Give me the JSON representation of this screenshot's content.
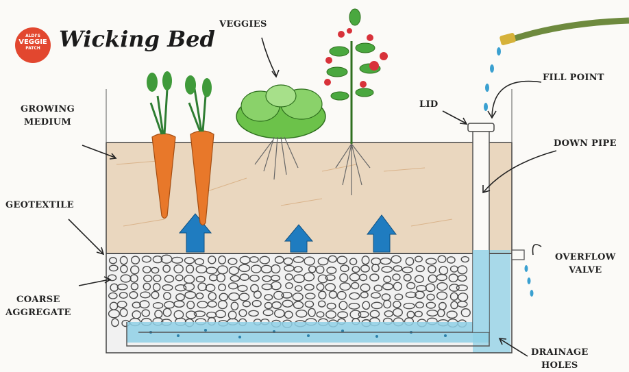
{
  "title": "Wicking Bed",
  "logo": {
    "top": "ALDI'S",
    "main": "VEGGIE",
    "bottom": "PATCH"
  },
  "labels": {
    "veggies": "VEGGIES",
    "growing_medium": [
      "GROWING",
      "MEDIUM"
    ],
    "geotextile": "GEOTEXTILE",
    "coarse_aggregate": [
      "COARSE",
      "AGGREGATE"
    ],
    "lid": "LID",
    "fill_point": "FILL POINT",
    "down_pipe": "DOWN PIPE",
    "overflow_valve": [
      "OVERFLOW",
      "VALVE"
    ],
    "drainage_holes": [
      "DRAINAGE",
      "HOLES"
    ]
  },
  "colors": {
    "soil": "#ead7bf",
    "gravel": "#f1f1f1",
    "water": "#8fd0e6",
    "arrow": "#1f7cc0",
    "carrot": "#e8782a",
    "lettuce": "#6cc24a",
    "tomato": "#d8323a"
  }
}
